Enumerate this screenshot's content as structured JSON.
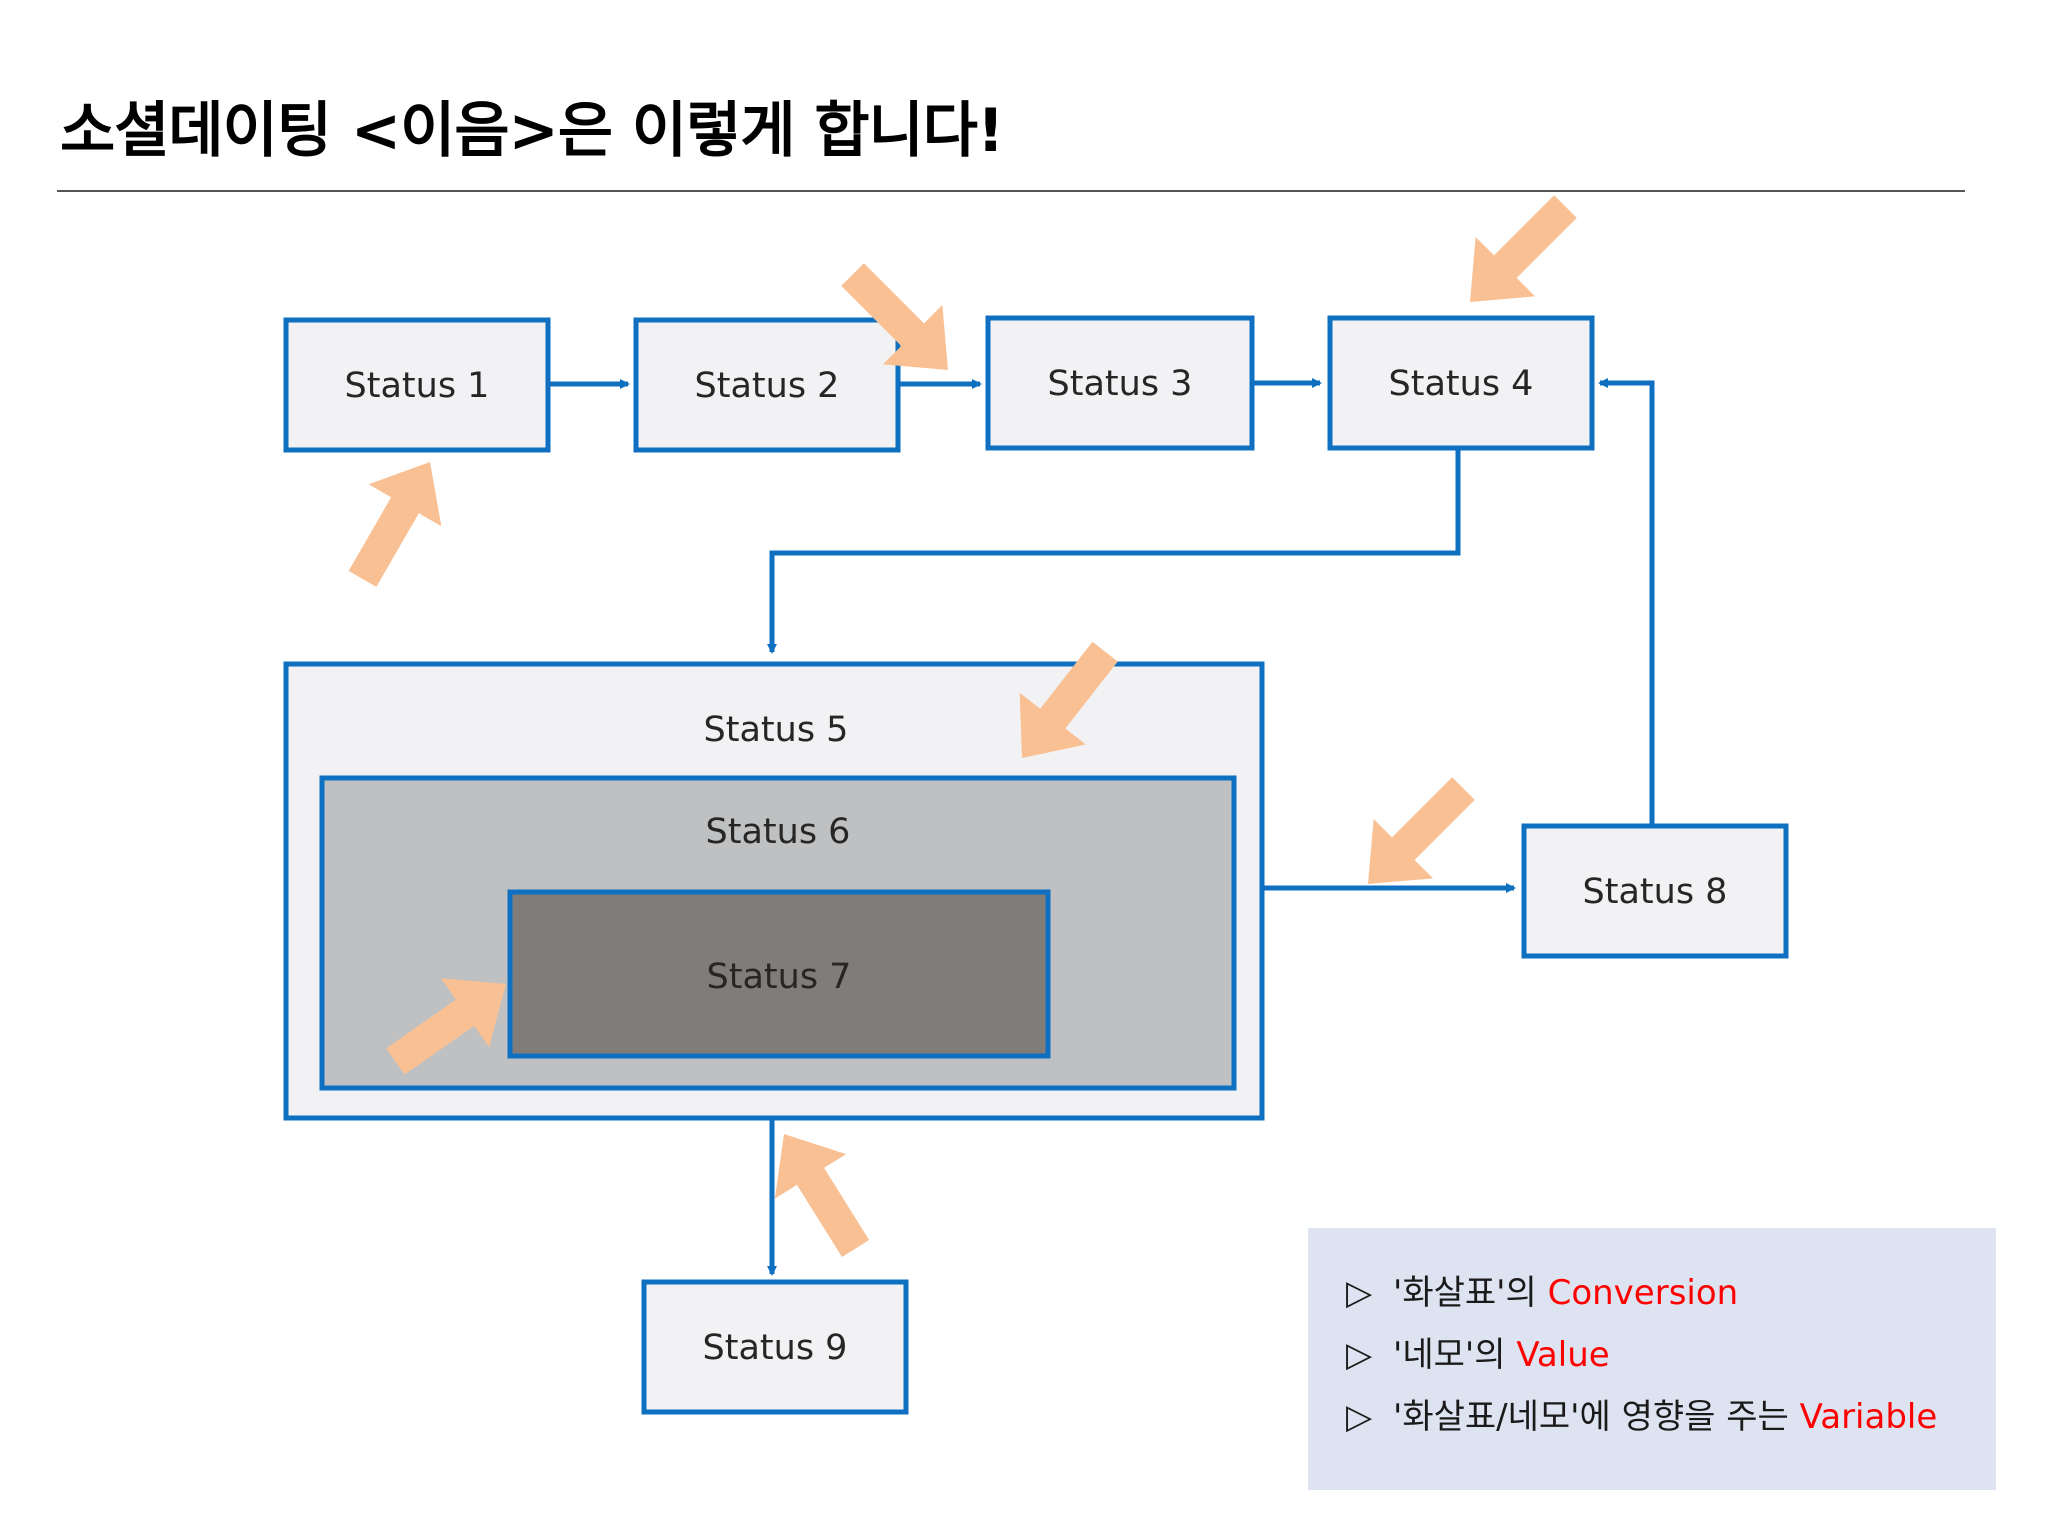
{
  "title": "소셜데이팅 <이음>은 이렇게 합니다!",
  "colors": {
    "box_stroke": "#0f6fc0",
    "box_fill": "#f2f2f4",
    "status6_fill": "#bfc0c1",
    "status7_fill": "#807c7a",
    "connector": "#0f6fc0",
    "highlight_arrow": "#f9c093",
    "legend_bg": "#dde3f0",
    "keyword": "#ff0000"
  },
  "nodes": [
    {
      "id": "s1",
      "label": "Status 1"
    },
    {
      "id": "s2",
      "label": "Status 2"
    },
    {
      "id": "s3",
      "label": "Status 3"
    },
    {
      "id": "s4",
      "label": "Status 4"
    },
    {
      "id": "s5",
      "label": "Status 5"
    },
    {
      "id": "s6",
      "label": "Status 6"
    },
    {
      "id": "s7",
      "label": "Status 7"
    },
    {
      "id": "s8",
      "label": "Status 8"
    },
    {
      "id": "s9",
      "label": "Status 9"
    }
  ],
  "edges": [
    {
      "from": "s1",
      "to": "s2"
    },
    {
      "from": "s2",
      "to": "s3"
    },
    {
      "from": "s3",
      "to": "s4"
    },
    {
      "from": "s4",
      "to": "s5"
    },
    {
      "from": "s5",
      "to": "s8"
    },
    {
      "from": "s8",
      "to": "s4"
    },
    {
      "from": "s5",
      "to": "s9"
    }
  ],
  "legend": [
    {
      "bullet": "▷",
      "text": "'화살표'의 ",
      "keyword": "Conversion"
    },
    {
      "bullet": "▷",
      "text": "'네모'의 ",
      "keyword": "Value"
    },
    {
      "bullet": "▷",
      "text": "'화살표/네모'에 영향을 주는 ",
      "keyword": "Variable"
    }
  ]
}
